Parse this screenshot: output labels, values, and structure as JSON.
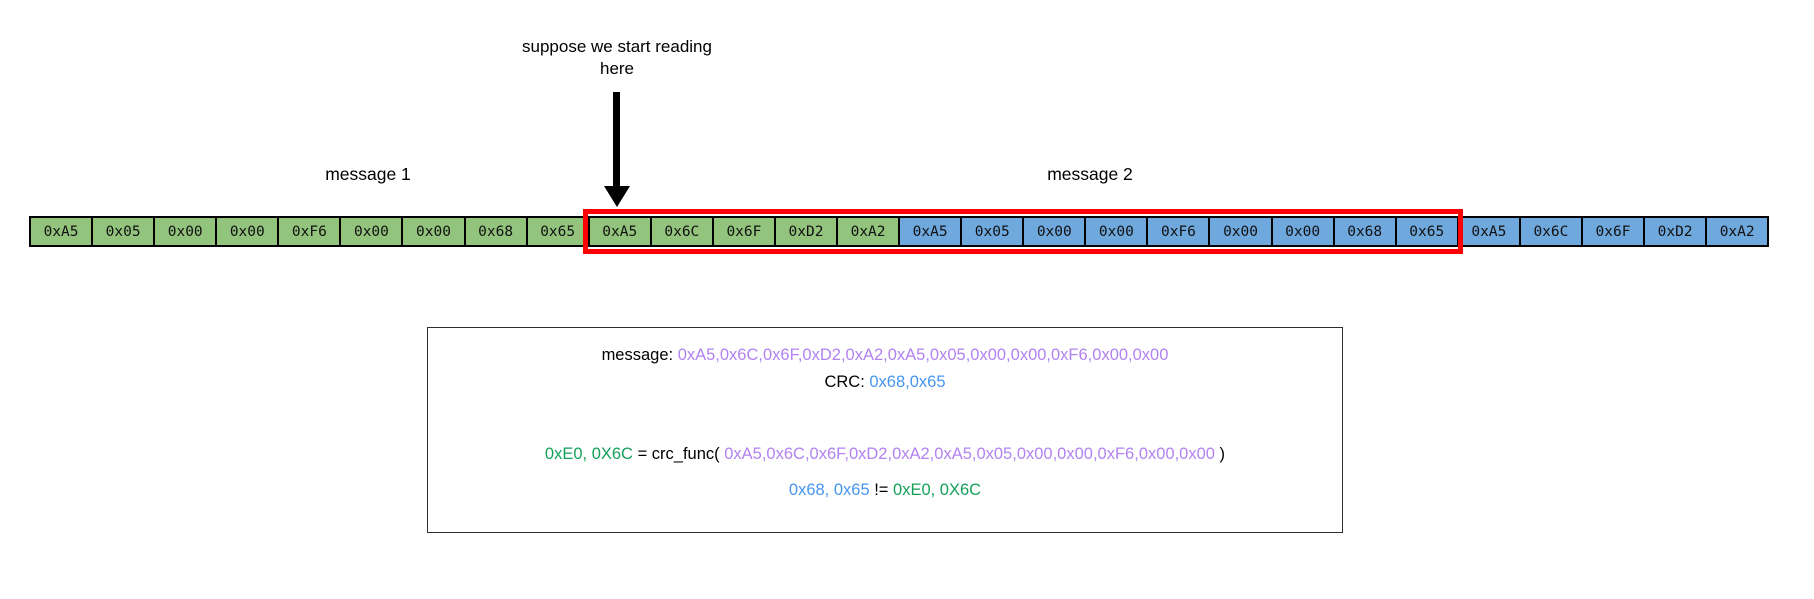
{
  "colors": {
    "cell-green": "#93c47d",
    "cell-blue": "#6fa8dc",
    "cell-border": "#000000",
    "red-box": "#fe0000",
    "purple-text": "#b382f2",
    "blue-text": "#4696f0",
    "green-text": "#14a05a",
    "text": "#000000"
  },
  "annotation": {
    "line1": "suppose we start reading",
    "line2": "here"
  },
  "labels": {
    "message1": "message 1",
    "message2": "message 2"
  },
  "byte_row": {
    "cells": [
      {
        "value": "0xA5",
        "color": "green"
      },
      {
        "value": "0x05",
        "color": "green"
      },
      {
        "value": "0x00",
        "color": "green"
      },
      {
        "value": "0x00",
        "color": "green"
      },
      {
        "value": "0xF6",
        "color": "green"
      },
      {
        "value": "0x00",
        "color": "green"
      },
      {
        "value": "0x00",
        "color": "green"
      },
      {
        "value": "0x68",
        "color": "green"
      },
      {
        "value": "0x65",
        "color": "green"
      },
      {
        "value": "0xA5",
        "color": "green"
      },
      {
        "value": "0x6C",
        "color": "green"
      },
      {
        "value": "0x6F",
        "color": "green"
      },
      {
        "value": "0xD2",
        "color": "green"
      },
      {
        "value": "0xA2",
        "color": "green"
      },
      {
        "value": "0xA5",
        "color": "blue"
      },
      {
        "value": "0x05",
        "color": "blue"
      },
      {
        "value": "0x00",
        "color": "blue"
      },
      {
        "value": "0x00",
        "color": "blue"
      },
      {
        "value": "0xF6",
        "color": "blue"
      },
      {
        "value": "0x00",
        "color": "blue"
      },
      {
        "value": "0x00",
        "color": "blue"
      },
      {
        "value": "0x68",
        "color": "blue"
      },
      {
        "value": "0x65",
        "color": "blue"
      },
      {
        "value": "0xA5",
        "color": "blue"
      },
      {
        "value": "0x6C",
        "color": "blue"
      },
      {
        "value": "0x6F",
        "color": "blue"
      },
      {
        "value": "0xD2",
        "color": "blue"
      },
      {
        "value": "0xA2",
        "color": "blue"
      }
    ],
    "red_box_start_index": 9,
    "red_box_cell_count": 14
  },
  "info_box": {
    "message_label": "message: ",
    "message_value": "0xA5,0x6C,0x6F,0xD2,0xA2,0xA5,0x05,0x00,0x00,0xF6,0x00,0x00",
    "crc_label": "CRC: ",
    "crc_value": "0x68,0x65",
    "calc_result": "0xE0, 0X6C",
    "calc_equals": " = crc_func( ",
    "calc_arg": "0xA5,0x6C,0x6F,0xD2,0xA2,0xA5,0x05,0x00,0x00,0xF6,0x00,0x00",
    "calc_close": " )",
    "cmp_crc": "0x68, 0x65",
    "cmp_op": " != ",
    "cmp_result": "0xE0, 0X6C"
  }
}
